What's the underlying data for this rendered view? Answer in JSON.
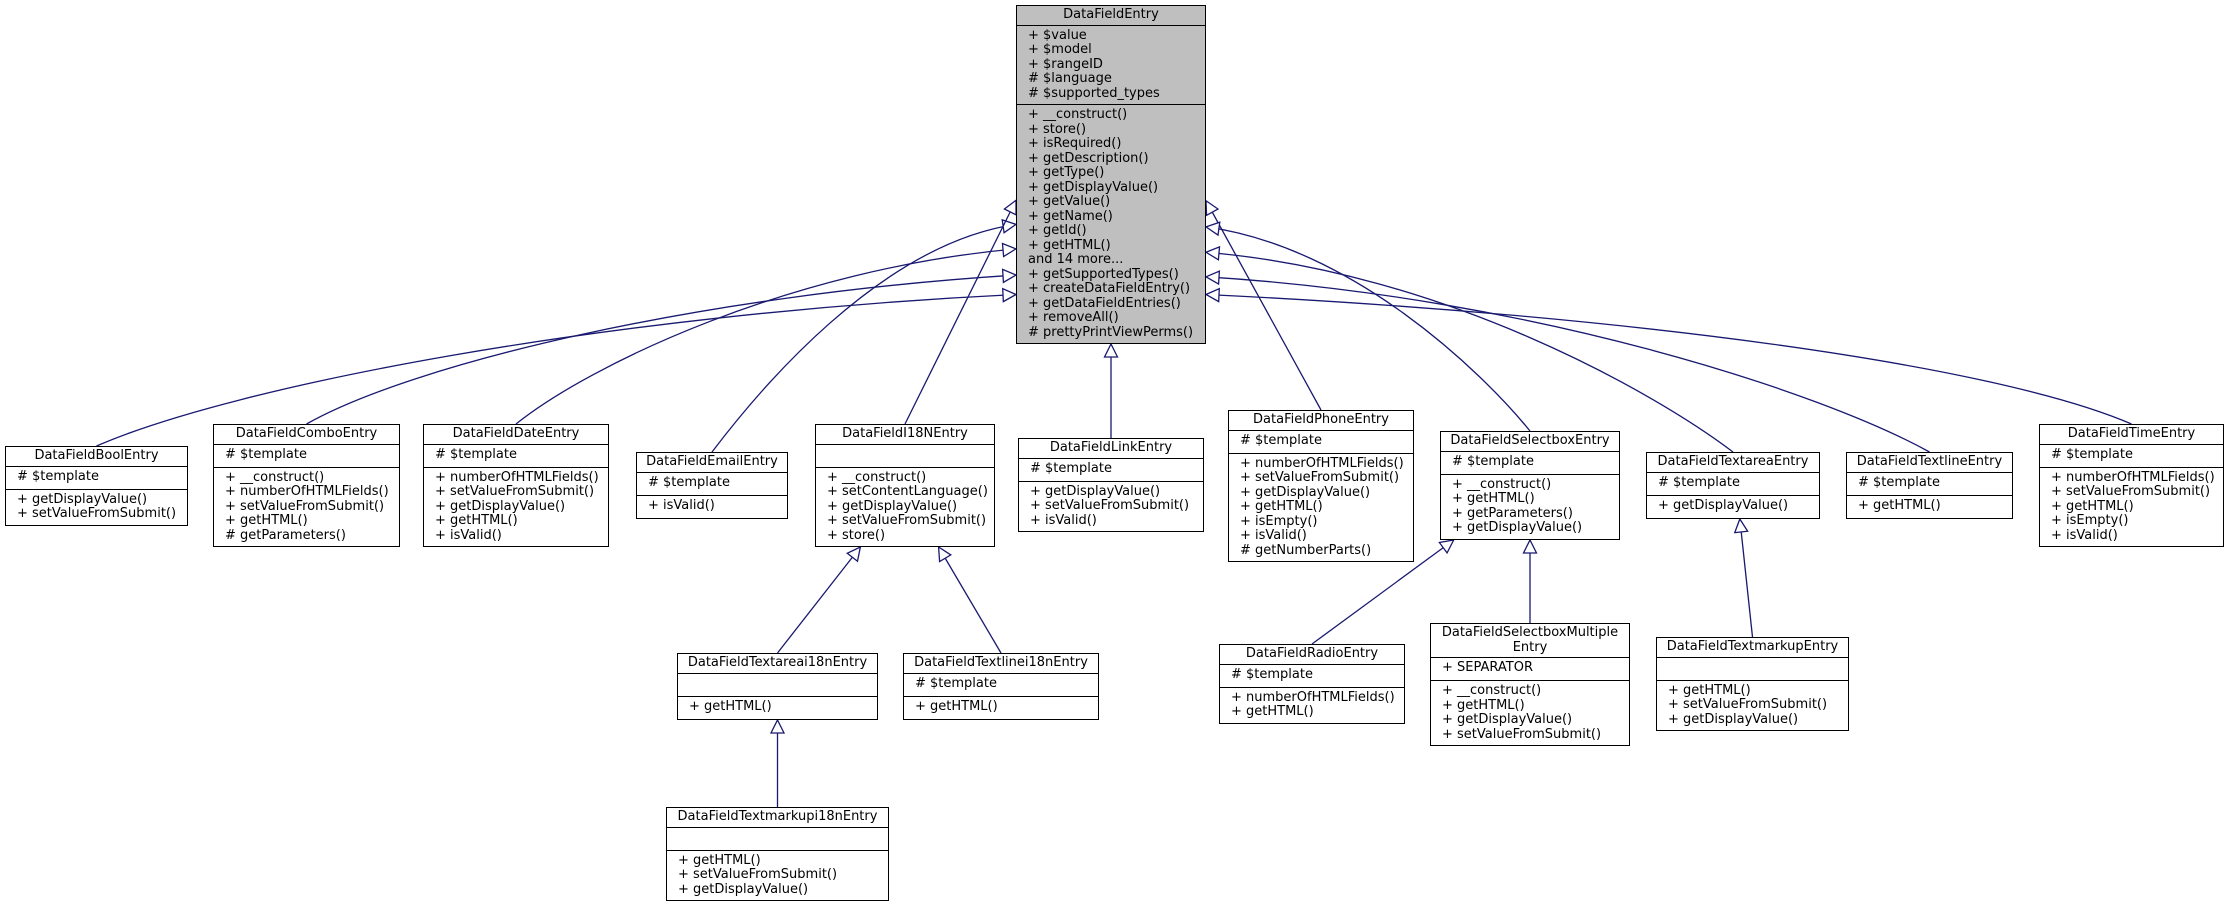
{
  "colors": {
    "edge": "#191970",
    "base_fill": "#bfbfbf",
    "box_fill": "#ffffff",
    "border": "#000000"
  },
  "classes": [
    {
      "id": "base",
      "name": "DataFieldEntry",
      "attributes": [
        "+ $value",
        "+ $model",
        "+ $rangeID",
        "# $language",
        "# $supported_types"
      ],
      "methods": [
        "+ __construct()",
        "+ store()",
        "+ isRequired()",
        "+ getDescription()",
        "+ getType()",
        "+ getDisplayValue()",
        "+ getValue()",
        "+ getName()",
        "+ getId()",
        "+ getHTML()",
        "and 14 more...",
        "+ getSupportedTypes()",
        "+ createDataFieldEntry()",
        "+ getDataFieldEntries()",
        "+ removeAll()",
        "# prettyPrintViewPerms()"
      ]
    },
    {
      "id": "bool",
      "name": "DataFieldBoolEntry",
      "parent": "base",
      "attributes": [
        "# $template"
      ],
      "methods": [
        "+ getDisplayValue()",
        "+ setValueFromSubmit()"
      ]
    },
    {
      "id": "combo",
      "name": "DataFieldComboEntry",
      "parent": "base",
      "attributes": [
        "# $template"
      ],
      "methods": [
        "+ __construct()",
        "+ numberOfHTMLFields()",
        "+ setValueFromSubmit()",
        "+ getHTML()",
        "# getParameters()"
      ]
    },
    {
      "id": "date",
      "name": "DataFieldDateEntry",
      "parent": "base",
      "attributes": [
        "# $template"
      ],
      "methods": [
        "+ numberOfHTMLFields()",
        "+ setValueFromSubmit()",
        "+ getDisplayValue()",
        "+ getHTML()",
        "+ isValid()"
      ]
    },
    {
      "id": "email",
      "name": "DataFieldEmailEntry",
      "parent": "base",
      "attributes": [
        "# $template"
      ],
      "methods": [
        "+ isValid()"
      ]
    },
    {
      "id": "i18n",
      "name": "DataFieldI18NEntry",
      "parent": "base",
      "attributes": [],
      "methods": [
        "+ __construct()",
        "+ setContentLanguage()",
        "+ getDisplayValue()",
        "+ setValueFromSubmit()",
        "+ store()"
      ]
    },
    {
      "id": "link",
      "name": "DataFieldLinkEntry",
      "parent": "base",
      "attributes": [
        "# $template"
      ],
      "methods": [
        "+ getDisplayValue()",
        "+ setValueFromSubmit()",
        "+ isValid()"
      ]
    },
    {
      "id": "phone",
      "name": "DataFieldPhoneEntry",
      "parent": "base",
      "attributes": [
        "# $template"
      ],
      "methods": [
        "+ numberOfHTMLFields()",
        "+ setValueFromSubmit()",
        "+ getDisplayValue()",
        "+ getHTML()",
        "+ isEmpty()",
        "+ isValid()",
        "# getNumberParts()"
      ]
    },
    {
      "id": "selectbox",
      "name": "DataFieldSelectboxEntry",
      "parent": "base",
      "attributes": [
        "# $template"
      ],
      "methods": [
        "+ __construct()",
        "+ getHTML()",
        "+ getParameters()",
        "+ getDisplayValue()"
      ]
    },
    {
      "id": "textarea",
      "name": "DataFieldTextareaEntry",
      "parent": "base",
      "attributes": [
        "# $template"
      ],
      "methods": [
        "+ getDisplayValue()"
      ]
    },
    {
      "id": "textline",
      "name": "DataFieldTextlineEntry",
      "parent": "base",
      "attributes": [
        "# $template"
      ],
      "methods": [
        "+ getHTML()"
      ]
    },
    {
      "id": "time",
      "name": "DataFieldTimeEntry",
      "parent": "base",
      "attributes": [
        "# $template"
      ],
      "methods": [
        "+ numberOfHTMLFields()",
        "+ setValueFromSubmit()",
        "+ getHTML()",
        "+ isEmpty()",
        "+ isValid()"
      ]
    },
    {
      "id": "textareai18n",
      "name": "DataFieldTextareai18nEntry",
      "parent": "i18n",
      "attributes": [],
      "methods": [
        "+ getHTML()"
      ]
    },
    {
      "id": "textlinei18n",
      "name": "DataFieldTextlinei18nEntry",
      "parent": "i18n",
      "attributes": [
        "# $template"
      ],
      "methods": [
        "+ getHTML()"
      ]
    },
    {
      "id": "radio",
      "name": "DataFieldRadioEntry",
      "parent": "selectbox",
      "attributes": [
        "# $template"
      ],
      "methods": [
        "+ numberOfHTMLFields()",
        "+ getHTML()"
      ]
    },
    {
      "id": "selmulti",
      "name": "DataFieldSelectboxMultiple Entry",
      "parent": "selectbox",
      "attributes": [
        "+ SEPARATOR"
      ],
      "methods": [
        "+ __construct()",
        "+ getHTML()",
        "+ getDisplayValue()",
        "+ setValueFromSubmit()"
      ]
    },
    {
      "id": "textmarkup",
      "name": "DataFieldTextmarkupEntry",
      "parent": "textarea",
      "attributes": [],
      "methods": [
        "+ getHTML()",
        "+ setValueFromSubmit()",
        "+ getDisplayValue()"
      ]
    },
    {
      "id": "textmarkupi18n",
      "name": "DataFieldTextmarkupi18nEntry",
      "parent": "textareai18n",
      "attributes": [],
      "methods": [
        "+ getHTML()",
        "+ setValueFromSubmit()",
        "+ getDisplayValue()"
      ]
    }
  ]
}
